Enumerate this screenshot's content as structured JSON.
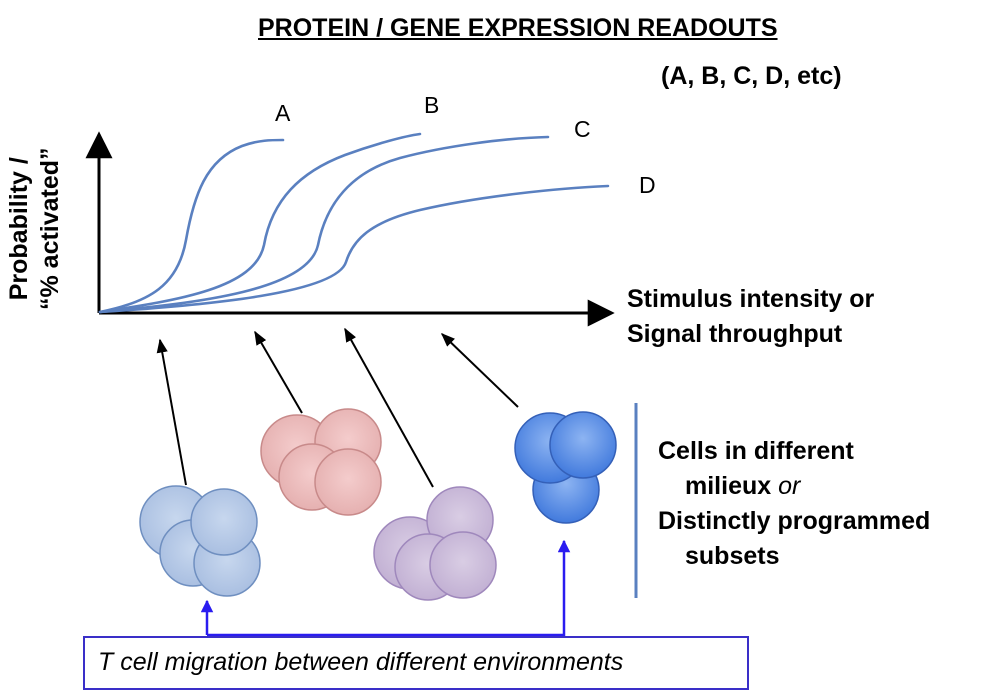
{
  "title": "PROTEIN / GENE EXPRESSION READOUTS",
  "subtitle": "(A, B, C, D, etc)",
  "curves": [
    {
      "label": "A"
    },
    {
      "label": "B"
    },
    {
      "label": "C"
    },
    {
      "label": "D"
    }
  ],
  "y_axis": {
    "line1": "Probability /",
    "line2": "“% activated”"
  },
  "x_axis": {
    "line1": "Stimulus intensity or",
    "line2": "Signal throughput"
  },
  "cells_caption": {
    "line1": "Cells in different",
    "line2_prefix": "milieux ",
    "line2_italic": "or",
    "line3": "Distinctly programmed",
    "line4": "subsets"
  },
  "migration_text": "T cell migration between different environments",
  "colors": {
    "curve": "#5a80c0",
    "cluster_light_blue": "#b8cbe6",
    "cluster_pink": "#eec0c0",
    "cluster_purple": "#cfc0dc",
    "cluster_bright_blue": "#6f9ee6",
    "migration_line": "#2a1cf0",
    "divider": "#5a80c0"
  }
}
